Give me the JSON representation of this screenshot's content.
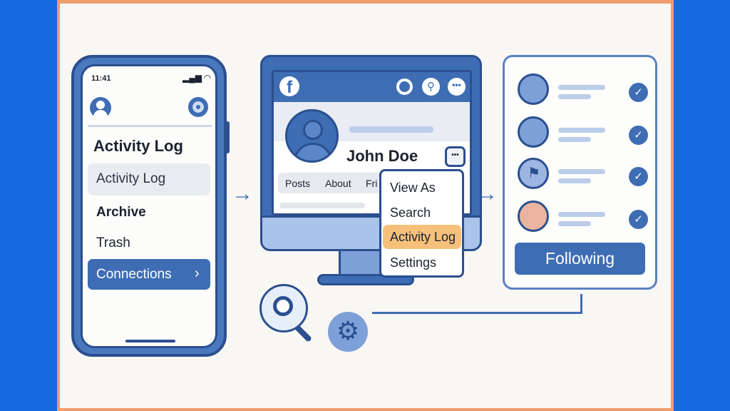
{
  "phone": {
    "time": "11:41",
    "heading": "Activity Log",
    "items": [
      "Activity Log",
      "Archive",
      "Trash"
    ],
    "connections": "Connections"
  },
  "desktop": {
    "name": "John Doe",
    "tabs": [
      "Posts",
      "About",
      "Fri"
    ],
    "menu": [
      "View As",
      "Search",
      "Activity Log",
      "Settings"
    ]
  },
  "following": {
    "button": "Following"
  },
  "colors": {
    "primary": "#3e6db4",
    "highlight": "#f7c07a",
    "frame": "#ef9c6e",
    "background": "#1769e0"
  }
}
